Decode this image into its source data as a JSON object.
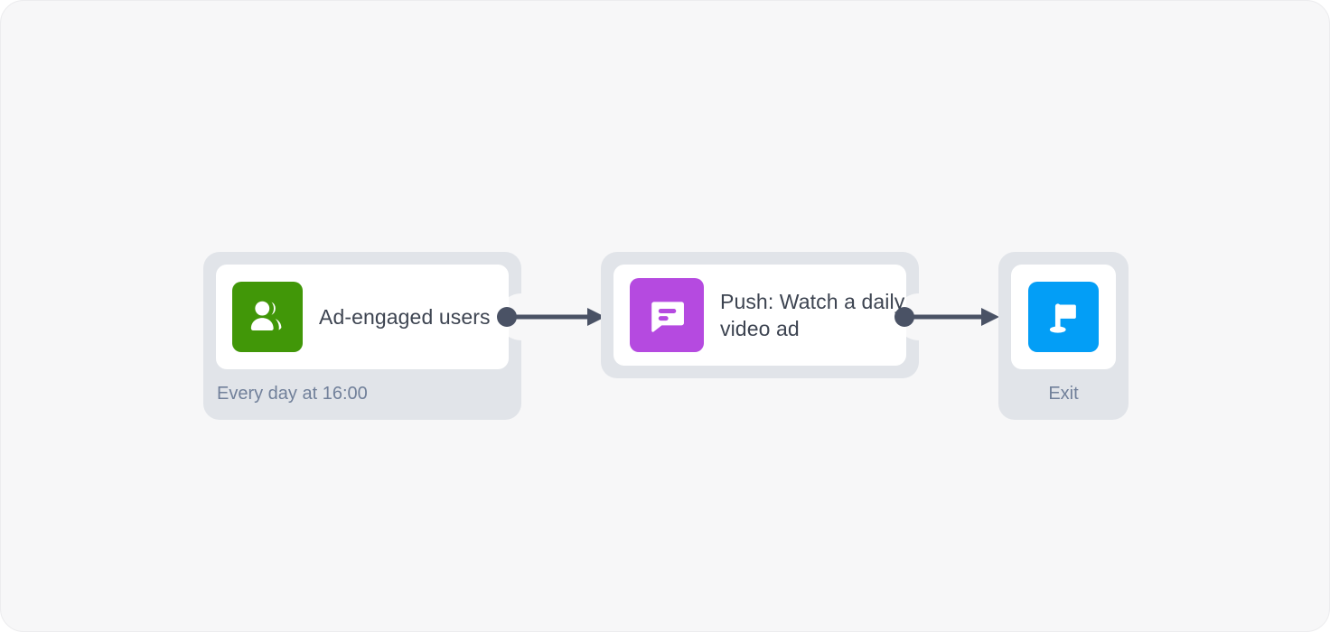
{
  "canvas": {
    "background_color": "#f7f7f8",
    "border_radius": "26px"
  },
  "flow": {
    "nodes": [
      {
        "id": "trigger",
        "kind": "audience-trigger",
        "title": "Ad-engaged users",
        "sub_label": "Every day at 16:00",
        "icon": "users-icon",
        "icon_color": "#419708",
        "shell_color": "#e1e4e9",
        "panel_color": "#ffffff"
      },
      {
        "id": "push",
        "kind": "push-message",
        "title": "Push: Watch a daily video ad",
        "sub_label": "",
        "icon": "chat-bubble-icon",
        "icon_color": "#b54ae0",
        "shell_color": "#e1e4e9",
        "panel_color": "#ffffff"
      },
      {
        "id": "exit",
        "kind": "exit",
        "title": "",
        "sub_label": "Exit",
        "icon": "flag-icon",
        "icon_color": "#039ef6",
        "shell_color": "#e1e4e9",
        "panel_color": "#ffffff"
      }
    ],
    "connectors": [
      {
        "id": "trigger-to-push",
        "from": "trigger",
        "to": "push",
        "color": "#4a5265"
      },
      {
        "id": "push-to-exit",
        "from": "push",
        "to": "exit",
        "color": "#4a5265"
      }
    ]
  },
  "colors": {
    "title_text": "#3d4451",
    "muted_text": "#71809a",
    "connector": "#4a5265",
    "shell": "#e1e4e9"
  }
}
